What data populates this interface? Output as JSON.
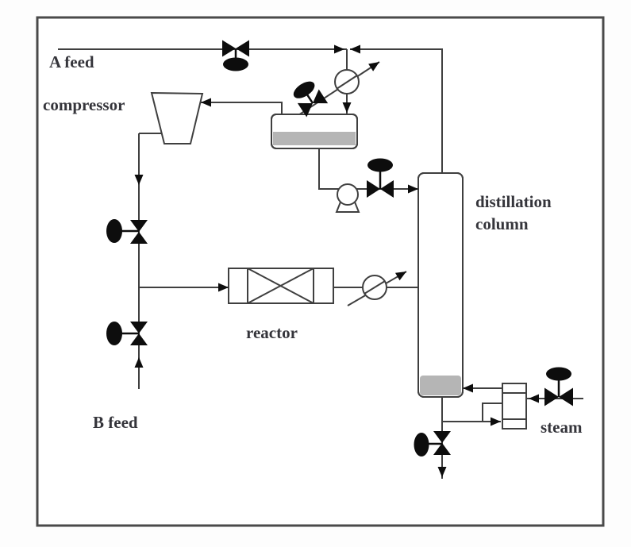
{
  "diagram": {
    "type": "process-flow-diagram",
    "labels": {
      "a_feed": "A feed",
      "compressor": "compressor",
      "reactor": "reactor",
      "distillation_line1": "distillation",
      "distillation_line2": "column",
      "b_feed": "B feed",
      "steam": "steam"
    },
    "components": [
      "a-feed-control-valve",
      "compressor",
      "recycle-control-valve",
      "b-feed-control-valve",
      "reactor",
      "reactor-effluent-cooler",
      "overhead-condenser",
      "condenser-coolant-control-valve",
      "reflux-drum",
      "reflux-pump",
      "reflux-control-valve",
      "distillation-column",
      "reboiler",
      "steam-control-valve",
      "bottoms-product-control-valve"
    ],
    "colors": {
      "line": "#3f3f3f",
      "symbol_fill": "#0d0d0d",
      "vessel_gray": "#b5b5b5",
      "text": "#35353b",
      "frame_border": "#4a4a4a",
      "background": "#ffffff"
    }
  }
}
